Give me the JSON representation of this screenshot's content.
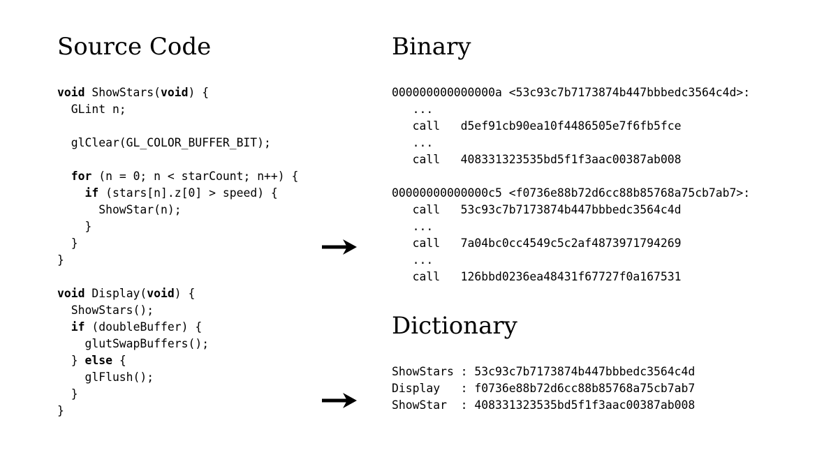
{
  "headings": {
    "source": "Source Code",
    "binary": "Binary",
    "dictionary": "Dictionary"
  },
  "source_code": [
    [
      {
        "t": "void",
        "k": true
      },
      {
        "t": " ShowStars("
      },
      {
        "t": "void",
        "k": true
      },
      {
        "t": ") {"
      }
    ],
    [
      {
        "t": "  GLint n;"
      }
    ],
    [
      {
        "t": ""
      }
    ],
    [
      {
        "t": "  glClear(GL_COLOR_BUFFER_BIT);"
      }
    ],
    [
      {
        "t": ""
      }
    ],
    [
      {
        "t": "  "
      },
      {
        "t": "for",
        "k": true
      },
      {
        "t": " (n = 0; n < starCount; n++) {"
      }
    ],
    [
      {
        "t": "    "
      },
      {
        "t": "if",
        "k": true
      },
      {
        "t": " (stars[n].z[0] > speed) {"
      }
    ],
    [
      {
        "t": "      ShowStar(n);"
      }
    ],
    [
      {
        "t": "    }"
      }
    ],
    [
      {
        "t": "  }"
      }
    ],
    [
      {
        "t": "}"
      }
    ],
    [
      {
        "t": ""
      }
    ],
    [
      {
        "t": "void",
        "k": true
      },
      {
        "t": " Display("
      },
      {
        "t": "void",
        "k": true
      },
      {
        "t": ") {"
      }
    ],
    [
      {
        "t": "  ShowStars();"
      }
    ],
    [
      {
        "t": "  "
      },
      {
        "t": "if",
        "k": true
      },
      {
        "t": " (doubleBuffer) {"
      }
    ],
    [
      {
        "t": "    glutSwapBuffers();"
      }
    ],
    [
      {
        "t": "  } "
      },
      {
        "t": "else",
        "k": true
      },
      {
        "t": " {"
      }
    ],
    [
      {
        "t": "    glFlush();"
      }
    ],
    [
      {
        "t": "  }"
      }
    ],
    [
      {
        "t": "}"
      }
    ]
  ],
  "binary": [
    "000000000000000a <53c93c7b7173874b447bbbedc3564c4d>:",
    "   ...",
    "   call   d5ef91cb90ea10f4486505e7f6fb5fce",
    "   ...",
    "   call   408331323535bd5f1f3aac00387ab008",
    "",
    "00000000000000c5 <f0736e88b72d6cc88b85768a75cb7ab7>:",
    "   call   53c93c7b7173874b447bbbedc3564c4d",
    "   ...",
    "   call   7a04bc0cc4549c5c2af4873971794269",
    "   ...",
    "   call   126bbd0236ea48431f67727f0a167531"
  ],
  "dictionary": [
    "ShowStars : 53c93c7b7173874b447bbbedc3564c4d",
    "Display   : f0736e88b72d6cc88b85768a75cb7ab7",
    "ShowStar  : 408331323535bd5f1f3aac00387ab008"
  ],
  "arrows": [
    "source-to-binary",
    "source-to-dictionary"
  ]
}
